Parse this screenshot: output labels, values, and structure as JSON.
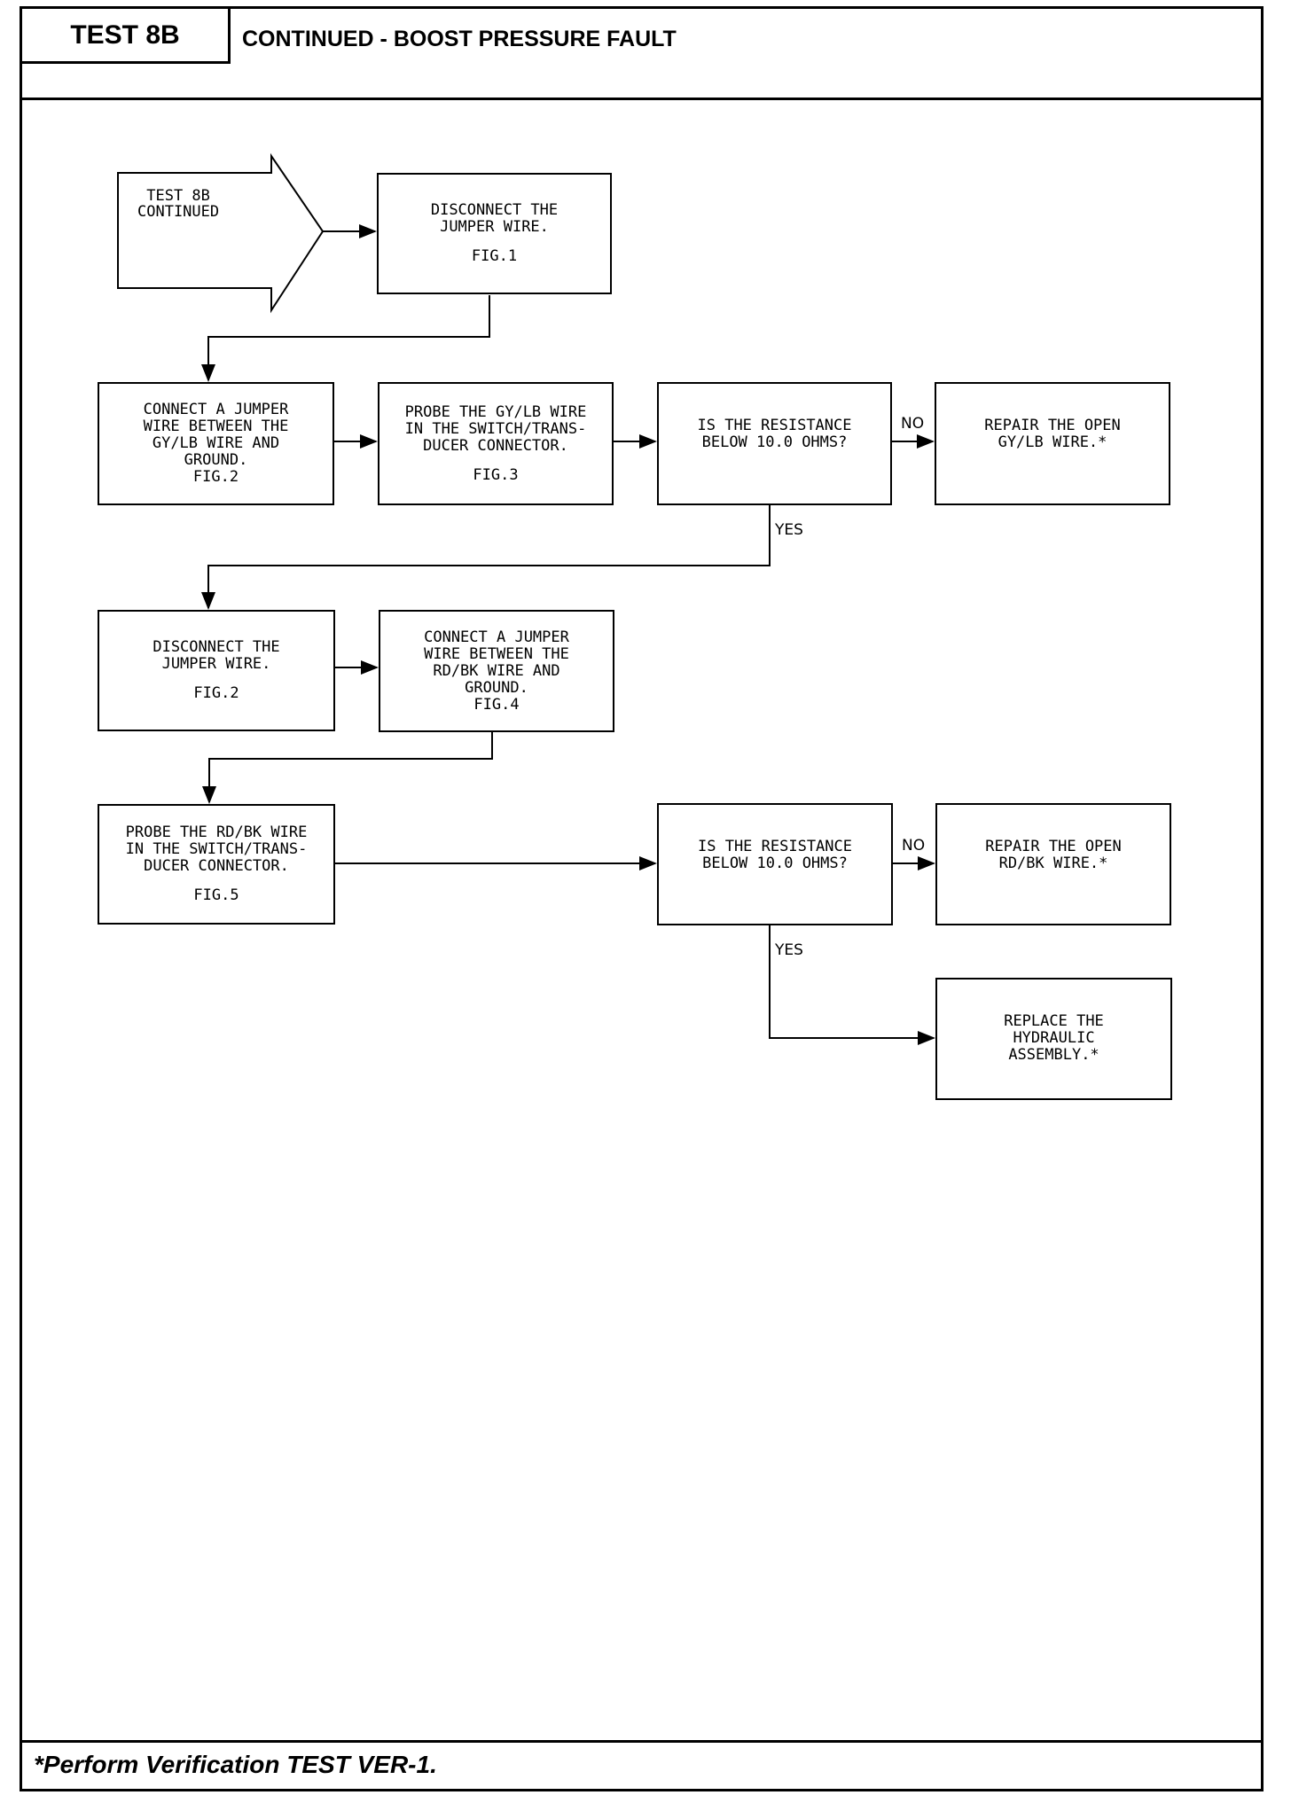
{
  "header": {
    "test_id": "TEST 8B",
    "title": "CONTINUED - BOOST PRESSURE FAULT"
  },
  "start": {
    "text": "TEST 8B\nCONTINUED"
  },
  "steps": {
    "s1": {
      "text": "DISCONNECT THE\nJUMPER WIRE.",
      "fig": "FIG.1"
    },
    "s2": {
      "text": "CONNECT A JUMPER\nWIRE BETWEEN THE\nGY/LB WIRE AND\nGROUND.",
      "fig": "FIG.2"
    },
    "s3": {
      "text": "PROBE THE GY/LB WIRE\nIN THE SWITCH/TRANS-\nDUCER CONNECTOR.",
      "fig": "FIG.3"
    },
    "d1": {
      "text": "IS THE RESISTANCE\nBELOW 10.0 OHMS?"
    },
    "r1": {
      "text": "REPAIR THE OPEN\nGY/LB WIRE.*"
    },
    "s4": {
      "text": "DISCONNECT THE\nJUMPER WIRE.",
      "fig": "FIG.2"
    },
    "s5": {
      "text": "CONNECT A JUMPER\nWIRE BETWEEN THE\nRD/BK WIRE AND\nGROUND.",
      "fig": "FIG.4"
    },
    "s6": {
      "text": "PROBE THE RD/BK WIRE\nIN THE SWITCH/TRANS-\nDUCER CONNECTOR.",
      "fig": "FIG.5"
    },
    "d2": {
      "text": "IS THE RESISTANCE\nBELOW 10.0 OHMS?"
    },
    "r2": {
      "text": "REPAIR THE OPEN\nRD/BK WIRE.*"
    },
    "r3": {
      "text": "REPLACE THE\nHYDRAULIC\nASSEMBLY.*"
    }
  },
  "labels": {
    "no1": "NO",
    "yes1": "YES",
    "no2": "NO",
    "yes2": "YES"
  },
  "footer": {
    "note": "*Perform Verification TEST VER-1."
  }
}
